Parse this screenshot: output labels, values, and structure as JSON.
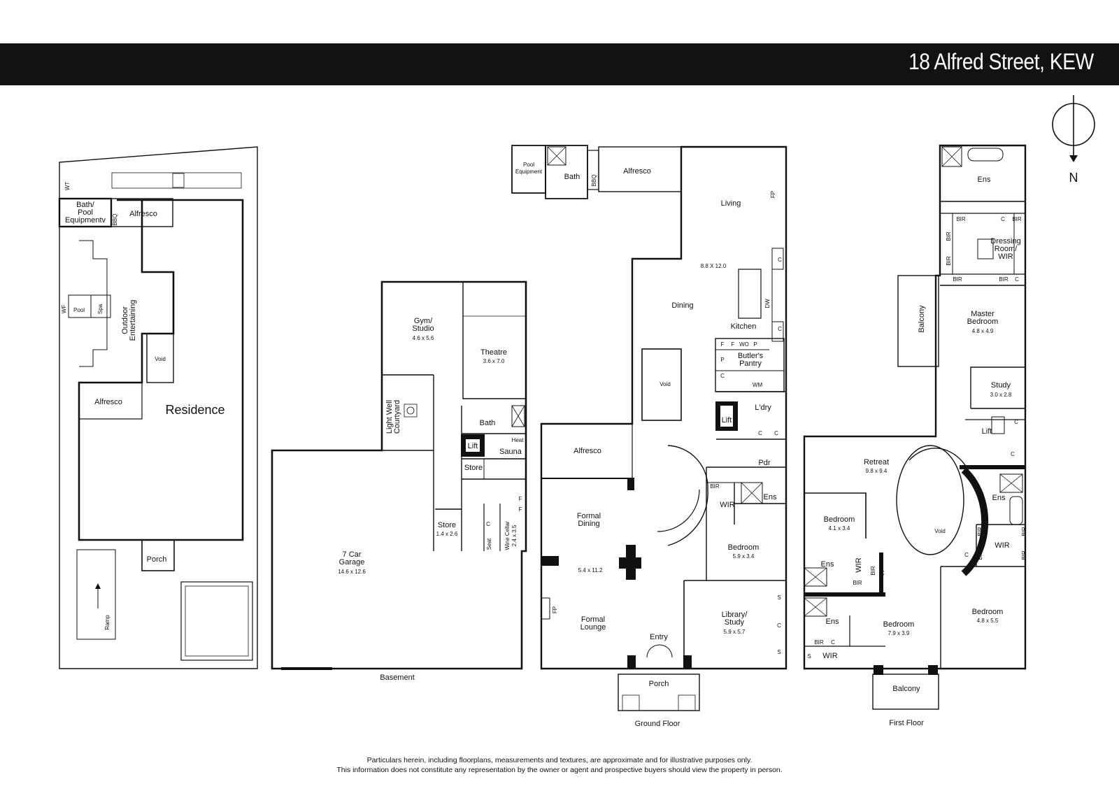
{
  "header": {
    "address": "18 Alfred Street, KEW"
  },
  "compass": {
    "label": "N"
  },
  "plans": {
    "basement_label": "Basement",
    "ground_floor_label": "Ground Floor",
    "first_floor_label": "First Floor"
  },
  "site": {
    "residence": "Residence",
    "bath_pool": "Bath/\nPool\nEquipmentv",
    "alfresco_top": "Alfresco",
    "alfresco_left": "Alfresco",
    "wt": "WT",
    "bbq": "BBQ",
    "pool": "Pool",
    "spa": "Spa",
    "wf": "WF",
    "outdoor": "Outdoor\nEntertaining",
    "void": "Void",
    "porch": "Porch",
    "ramp": "Ramp"
  },
  "basement": {
    "gym": "Gym/\nStudio",
    "gym_dim": "4.6 x 5.6",
    "theatre": "Theatre",
    "theatre_dim": "3.6 x 7.0",
    "lightwell": "Light Well\nCourtyard",
    "bath": "Bath",
    "heat": "Heat",
    "lift": "Lift",
    "sauna": "Sauna",
    "store1": "Store",
    "store2": "Store",
    "store2_dim": "1.4 x 2.6",
    "c": "C",
    "seat": "Seat",
    "wine": "Wine Cellar",
    "wine_dim": "2.4 x 3.5",
    "f1": "F",
    "f2": "F",
    "garage": "7 Car\nGarage",
    "garage_dim": "14.6 x 12.6"
  },
  "ground": {
    "pool_equip": "Pool\nEquipment",
    "bath": "Bath",
    "bbq": "BBQ",
    "alfresco_top": "Alfresco",
    "living": "Living",
    "fp_top": "FP",
    "living_dim": "8.8 X 12.0",
    "dining": "Dining",
    "kitchen": "Kitchen",
    "dw": "DW",
    "c1": "C",
    "c2": "C",
    "butlers": "Butler's\nPantry",
    "f1": "F",
    "f2": "F",
    "wo": "WO",
    "p1": "P",
    "p2": "P",
    "c3": "C",
    "wm": "WM",
    "void": "Void",
    "lift": "Lift",
    "ldry": "L'dry",
    "c4": "C",
    "c5": "C",
    "alfresco": "Alfresco",
    "pdr": "Pdr",
    "bir": "BIR",
    "ens": "Ens",
    "wir": "WIR",
    "formal_dining": "Formal\nDining",
    "fd_dim": "5.4 x 11.2",
    "bedroom": "Bedroom",
    "bedroom_dim": "5.9 x 3.4",
    "fp": "FP",
    "formal_lounge": "Formal\nLounge",
    "library": "Library/\nStudy",
    "library_dim": "5.9 x 5.7",
    "s1": "S",
    "c6": "C",
    "s2": "S",
    "entry": "Entry",
    "porch": "Porch"
  },
  "first": {
    "ens_top": "Ens",
    "bir1": "BIR",
    "bir2": "BIR",
    "c1": "C",
    "bir_v1": "BIR",
    "bir_v2": "BIR",
    "dressing": "Dressing\nRoom/\nWIR",
    "bir3": "BIR",
    "bir4": "BIR",
    "c2": "C",
    "balcony_side": "Balcony",
    "master": "Master\nBedroom",
    "master_dim": "4.8 x 4.9",
    "study": "Study",
    "study_dim": "3.0 x 2.8",
    "lift": "Lift",
    "c3": "C",
    "c4": "C",
    "retreat": "Retreat",
    "retreat_dim": "9.8 x 9.4",
    "ens2": "Ens",
    "void": "Void",
    "bedroom1": "Bedroom",
    "bedroom1_dim": "4.1 x 3.4",
    "bir5": "BIR",
    "bir6": "BIR",
    "wir1": "WIR",
    "c5": "C",
    "bir7": "BIR",
    "ens3": "Ens",
    "wir2": "WIR",
    "bir8": "BIR",
    "c6": "C",
    "bir9": "BIR",
    "ens4": "Ens",
    "bir10": "BIR",
    "c7": "C",
    "s": "S",
    "wir3": "WIR",
    "bedroom2": "Bedroom",
    "bedroom2_dim": "7.9 x 3.9",
    "bedroom3": "Bedroom",
    "bedroom3_dim": "4.8 x 5.5",
    "c8": "C",
    "bir11": "BIR",
    "balcony": "Balcony"
  },
  "disclaimer": {
    "line1": "Particulars herein, including floorplans, measurements and textures, are approximate and for illustrative purposes only.",
    "line2": "This information does not constitute any representation by the owner or agent and prospective buyers should view the property in person."
  }
}
